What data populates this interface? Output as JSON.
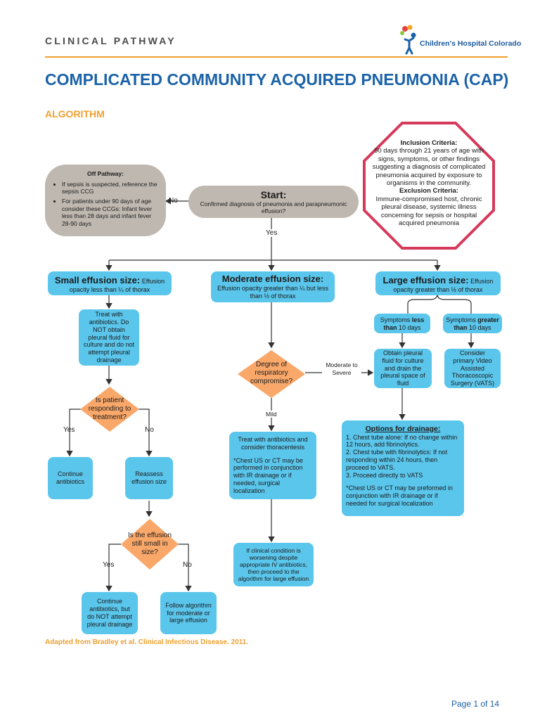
{
  "header": {
    "label": "CLINICAL PATHWAY",
    "logo_text": "Children's Hospital Colorado"
  },
  "title": "COMPLICATED COMMUNITY ACQUIRED PNEUMONIA (CAP)",
  "section": "ALGORITHM",
  "off_pathway": {
    "title": "Off Pathway:",
    "items": [
      "If sepsis is suspected, reference the sepsis CCG",
      "For patients under 90 days of age consider these CCGs: Infant fever less than 28 days and infant fever 28-90 days"
    ]
  },
  "start": {
    "title": "Start:",
    "text": "Confirmed diagnosis of pneumonia and parapneumonic effusion?"
  },
  "criteria": {
    "inclusion_title": "Inclusion Criteria:",
    "inclusion_text": "90 days through 21 years of age with signs, symptoms, or other findings suggesting a diagnosis of complicated pneumonia acquired by exposure to organisms in the community.",
    "exclusion_title": "Exclusion Criteria:",
    "exclusion_text": "Immune-compromised host, chronic pleural disease, systemic illness concerning for sepsis or hospital acquired pneumonia"
  },
  "labels": {
    "no_off": "No",
    "yes_start": "Yes",
    "yes_resp": "Yes",
    "no_resp": "No",
    "yes_small": "Yes",
    "no_small": "No",
    "mild": "Mild",
    "moderate_severe": "Moderate to Severe"
  },
  "small": {
    "head_bold": "Small effusion size:",
    "head_rest": " Effusion opacity less than ¼ of thorax",
    "treat": "Treat with antibiotics.  Do NOT obtain pleural fluid for culture and do not attempt pleural drainage",
    "q_responding": "Is patient responding to treatment?",
    "continue": "Continue antibiotics",
    "reassess": "Reassess effusion size",
    "q_still_small": "Is the effusion still small in size?",
    "continue_no_drain": "Continue antibiotics, but do NOT attempt pleural drainage",
    "follow": "Follow algorithm for moderate or large effusion"
  },
  "moderate": {
    "head_bold": "Moderate effusion size:",
    "head_rest": "Effusion opacity greater than ¼ but less than ½ of thorax",
    "q_resp": "Degree of respiratory compromise?",
    "treat_p1": "Treat with antibiotics and consider thoracentesis",
    "treat_p2": "*Chest US or CT may be performed in conjunction with IR drainage or if needed, surgical localization",
    "worsening": "If clinical condition is worsening despite appropriate IV antibiotics, then proceed to the algorithm for large effusion"
  },
  "large": {
    "head_bold": "Large effusion size:",
    "head_rest": " Effusion opacity greater than ½ of thorax",
    "sym_less_a": "Symptoms ",
    "sym_less_b": "less than",
    "sym_less_c": " 10 days",
    "sym_greater_a": "Symptoms ",
    "sym_greater_b": "greater than",
    "sym_greater_c": " 10 days",
    "obtain": "Obtain pleural fluid for culture and drain the pleural space of fluid",
    "vats": "Consider primary Video Assisted Thoracoscopic Surgery (VATS)",
    "options_title": "Options for drainage:",
    "options": [
      "1. Chest tube alone: If no change within 12 hours, add fibrinolytics.",
      "2. Chest tube with fibrinolytics: If not responding within 24 hours, then proceed to VATS.",
      "3. Proceed directly to VATS"
    ],
    "options_note": "*Chest US or CT may be preformed in conjunction with IR drainage or if needed for surgical localization"
  },
  "footnote": "Adapted from Bradley et al. Clinical Infectious Disease. 2011.",
  "page": "Page 1 of 14",
  "colors": {
    "box_blue": "#5bc6ec",
    "diamond_orange": "#f9a86a",
    "grey": "#bfb8b0",
    "octagon_border": "#d63a5a",
    "title_blue": "#1b62a8",
    "accent_orange": "#f0a030"
  }
}
